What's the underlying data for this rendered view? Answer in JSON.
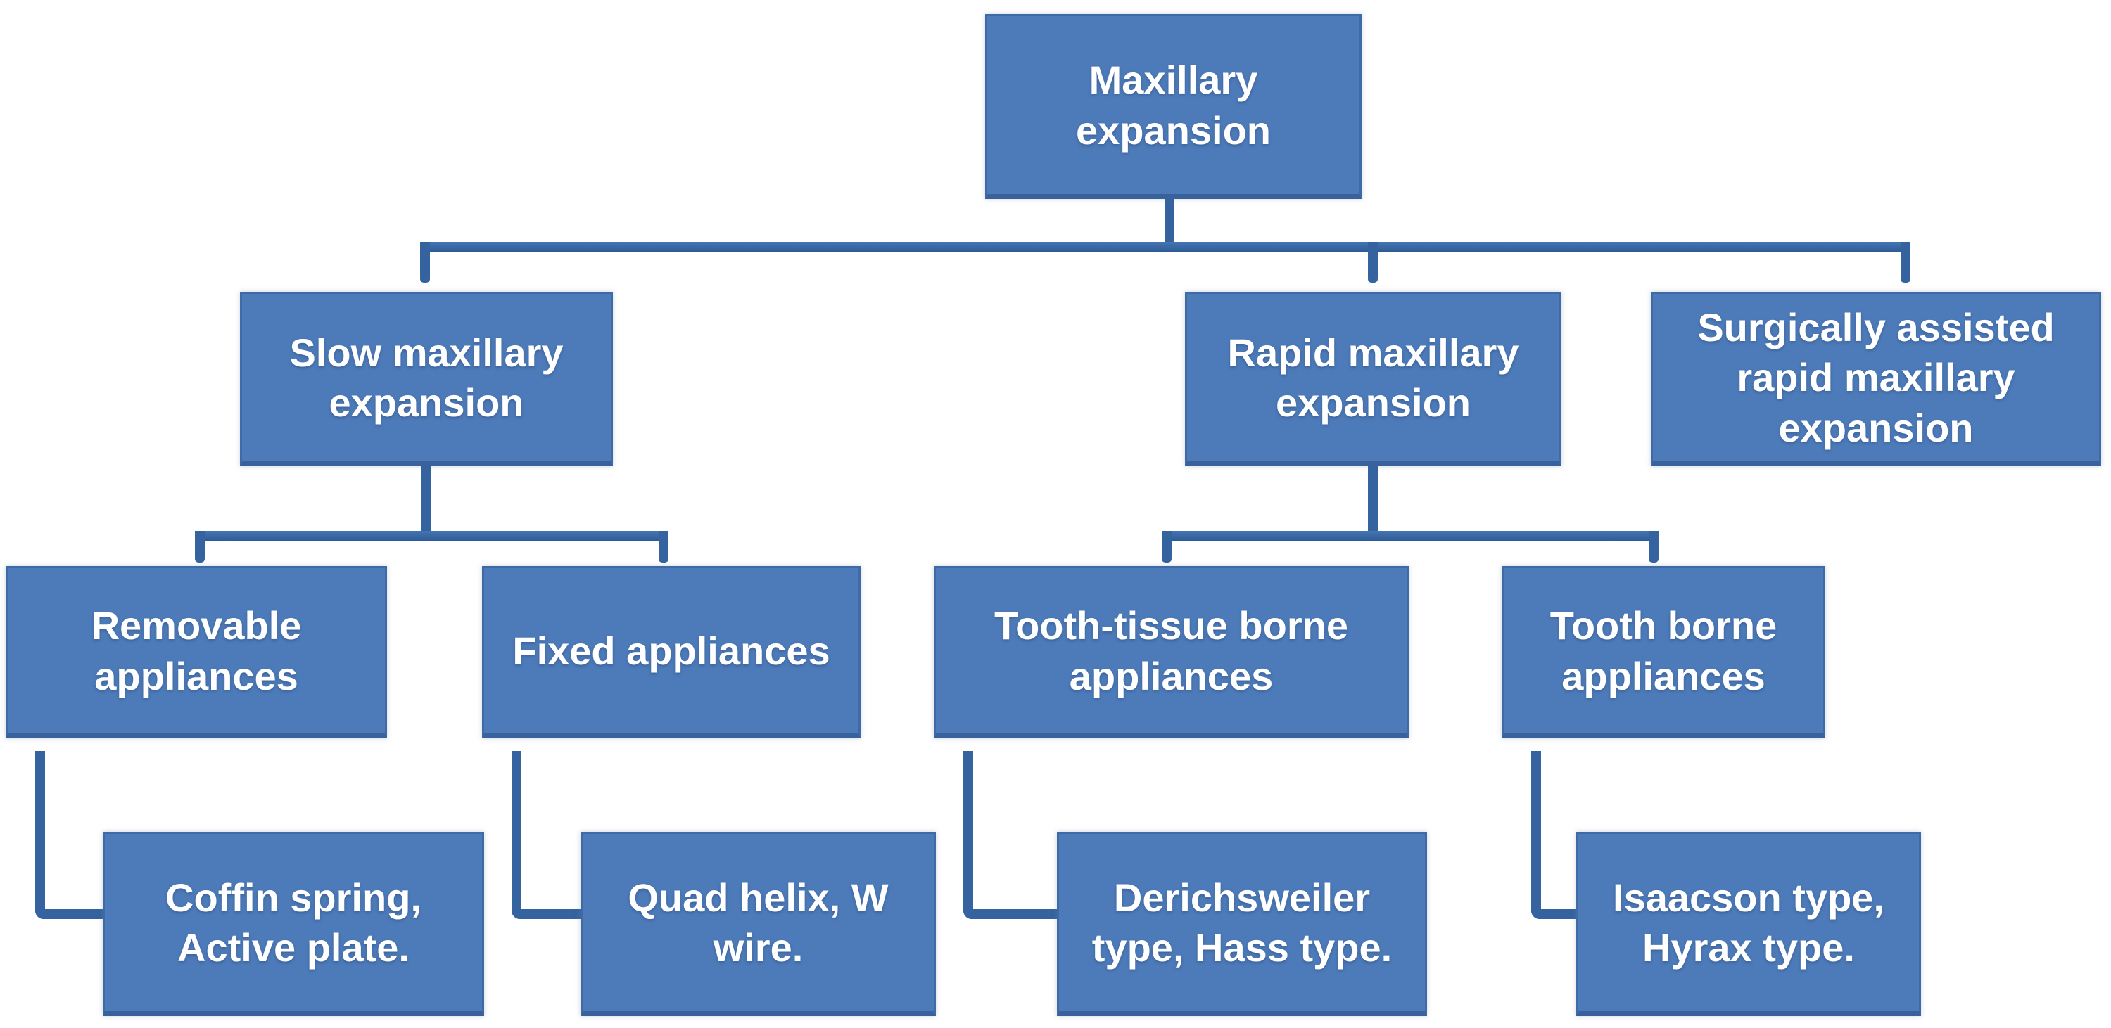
{
  "diagram": {
    "type": "hierarchy-flowchart",
    "tree": {
      "label": "Maxillary expansion",
      "children": [
        {
          "label": "Slow maxillary expansion",
          "children": [
            {
              "label": "Removable appliances",
              "children": [
                {
                  "label": "Coffin spring, Active plate.",
                  "children": []
                }
              ]
            },
            {
              "label": "Fixed appliances",
              "children": [
                {
                  "label": "Quad helix, W wire.",
                  "children": []
                }
              ]
            }
          ]
        },
        {
          "label": "Rapid maxillary expansion",
          "children": [
            {
              "label": "Tooth-tissue borne appliances",
              "children": [
                {
                  "label": "Derichsweiler type, Hass type.",
                  "children": []
                }
              ]
            },
            {
              "label": "Tooth borne appliances",
              "children": [
                {
                  "label": "Isaacson type, Hyrax type.",
                  "children": []
                }
              ]
            }
          ]
        },
        {
          "label": "Surgically assisted rapid maxillary expansion",
          "children": []
        }
      ]
    }
  },
  "colors": {
    "box_fill": "#4d7bb9",
    "box_border": "#3e6aa6",
    "box_border_bottom": "#39629d",
    "connector": "#35639f",
    "connector_dark": "#2e5b97",
    "connector_light": "#4576b1",
    "text": "#ffffff",
    "background": "#ffffff"
  }
}
